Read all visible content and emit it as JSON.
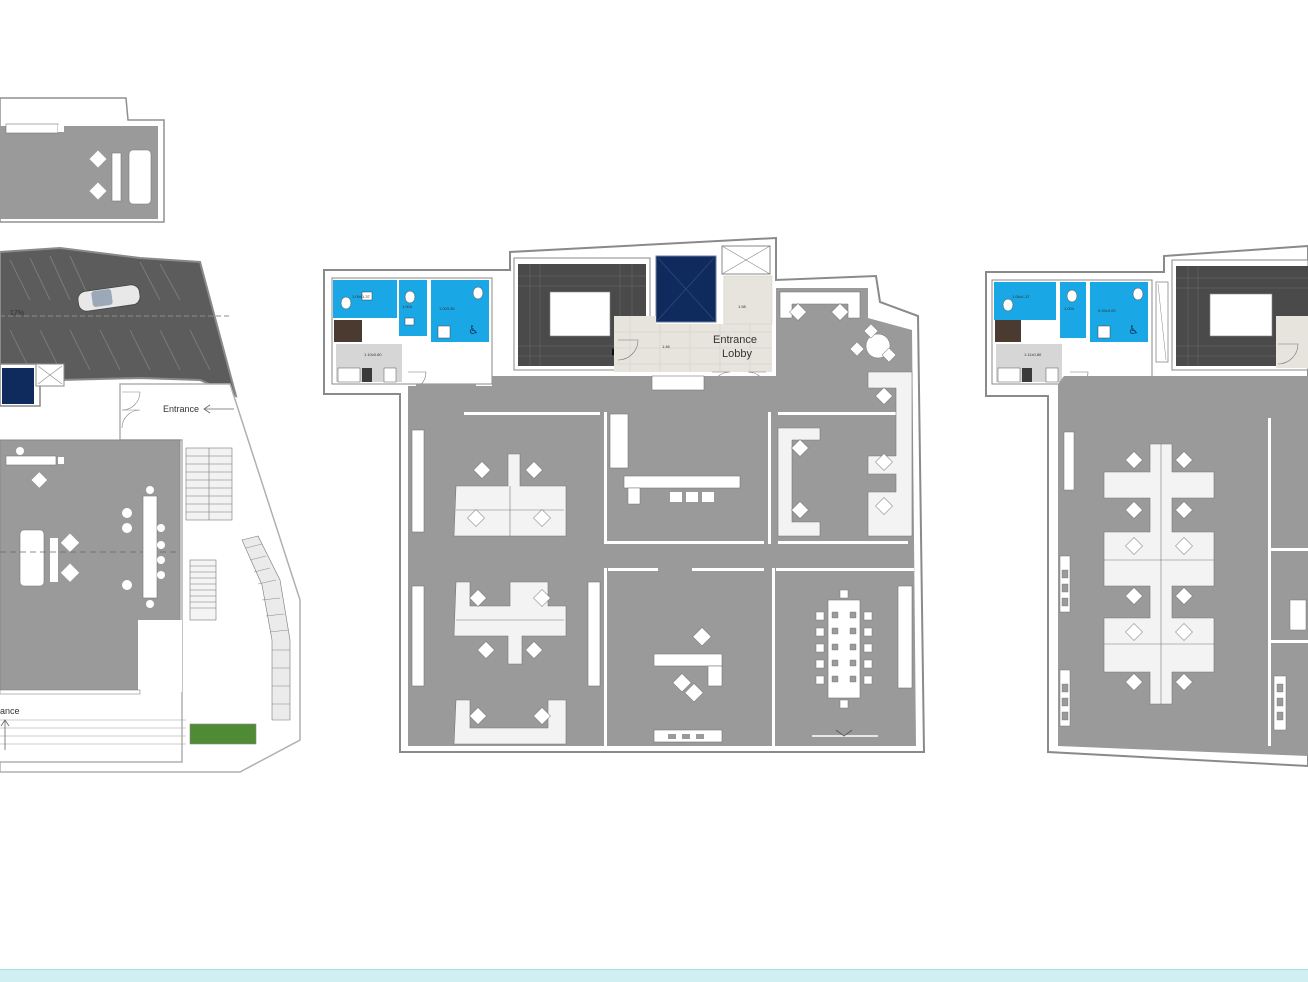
{
  "plans": {
    "left": {
      "entrance_label": "Entrance",
      "entrance_lower_label": "ance",
      "ramp_slope": "17%"
    },
    "center": {
      "entrance_lobby_line1": "Entrance",
      "entrance_lobby_line2": "Lobby"
    }
  },
  "colors": {
    "floor": "#9a9a9a",
    "wall": "#ffffff",
    "outline": "#707070",
    "wc": "#1aa7e6",
    "lift": "#0f2a5c",
    "lobby_tile": "#e6e4dc",
    "stair": "#4a4a4a",
    "garden": "#4f8a34",
    "parking": "#5a5a5a",
    "bottom_bar": "#cfeff3"
  },
  "icons": [
    "car-icon",
    "lift-icon",
    "stair-icon",
    "toilet-icon",
    "chair-icon",
    "desk-icon",
    "door-icon"
  ]
}
